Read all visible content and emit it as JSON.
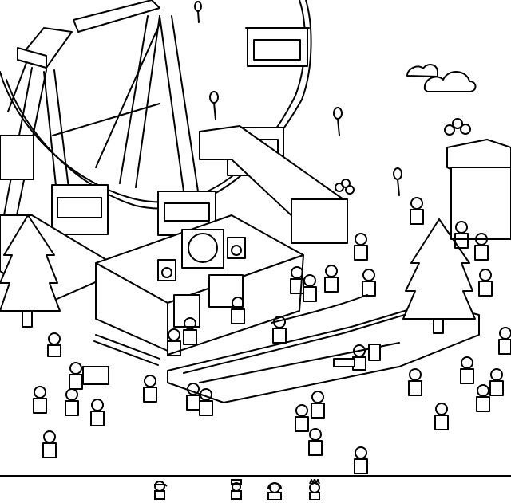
{
  "colors": {
    "ink": "#000000",
    "paper": "#ffffff",
    "shade": "#e6e6e6"
  },
  "scene": {
    "name": "ferris-wheel-fair"
  },
  "targets": [
    {
      "name": "target-person-cap",
      "icon": "person-cap-icon"
    },
    {
      "name": "target-person-hat",
      "icon": "person-hat-icon"
    },
    {
      "name": "target-person-hair",
      "icon": "person-hair-icon"
    },
    {
      "name": "target-person-spiky",
      "icon": "person-spiky-icon"
    }
  ]
}
